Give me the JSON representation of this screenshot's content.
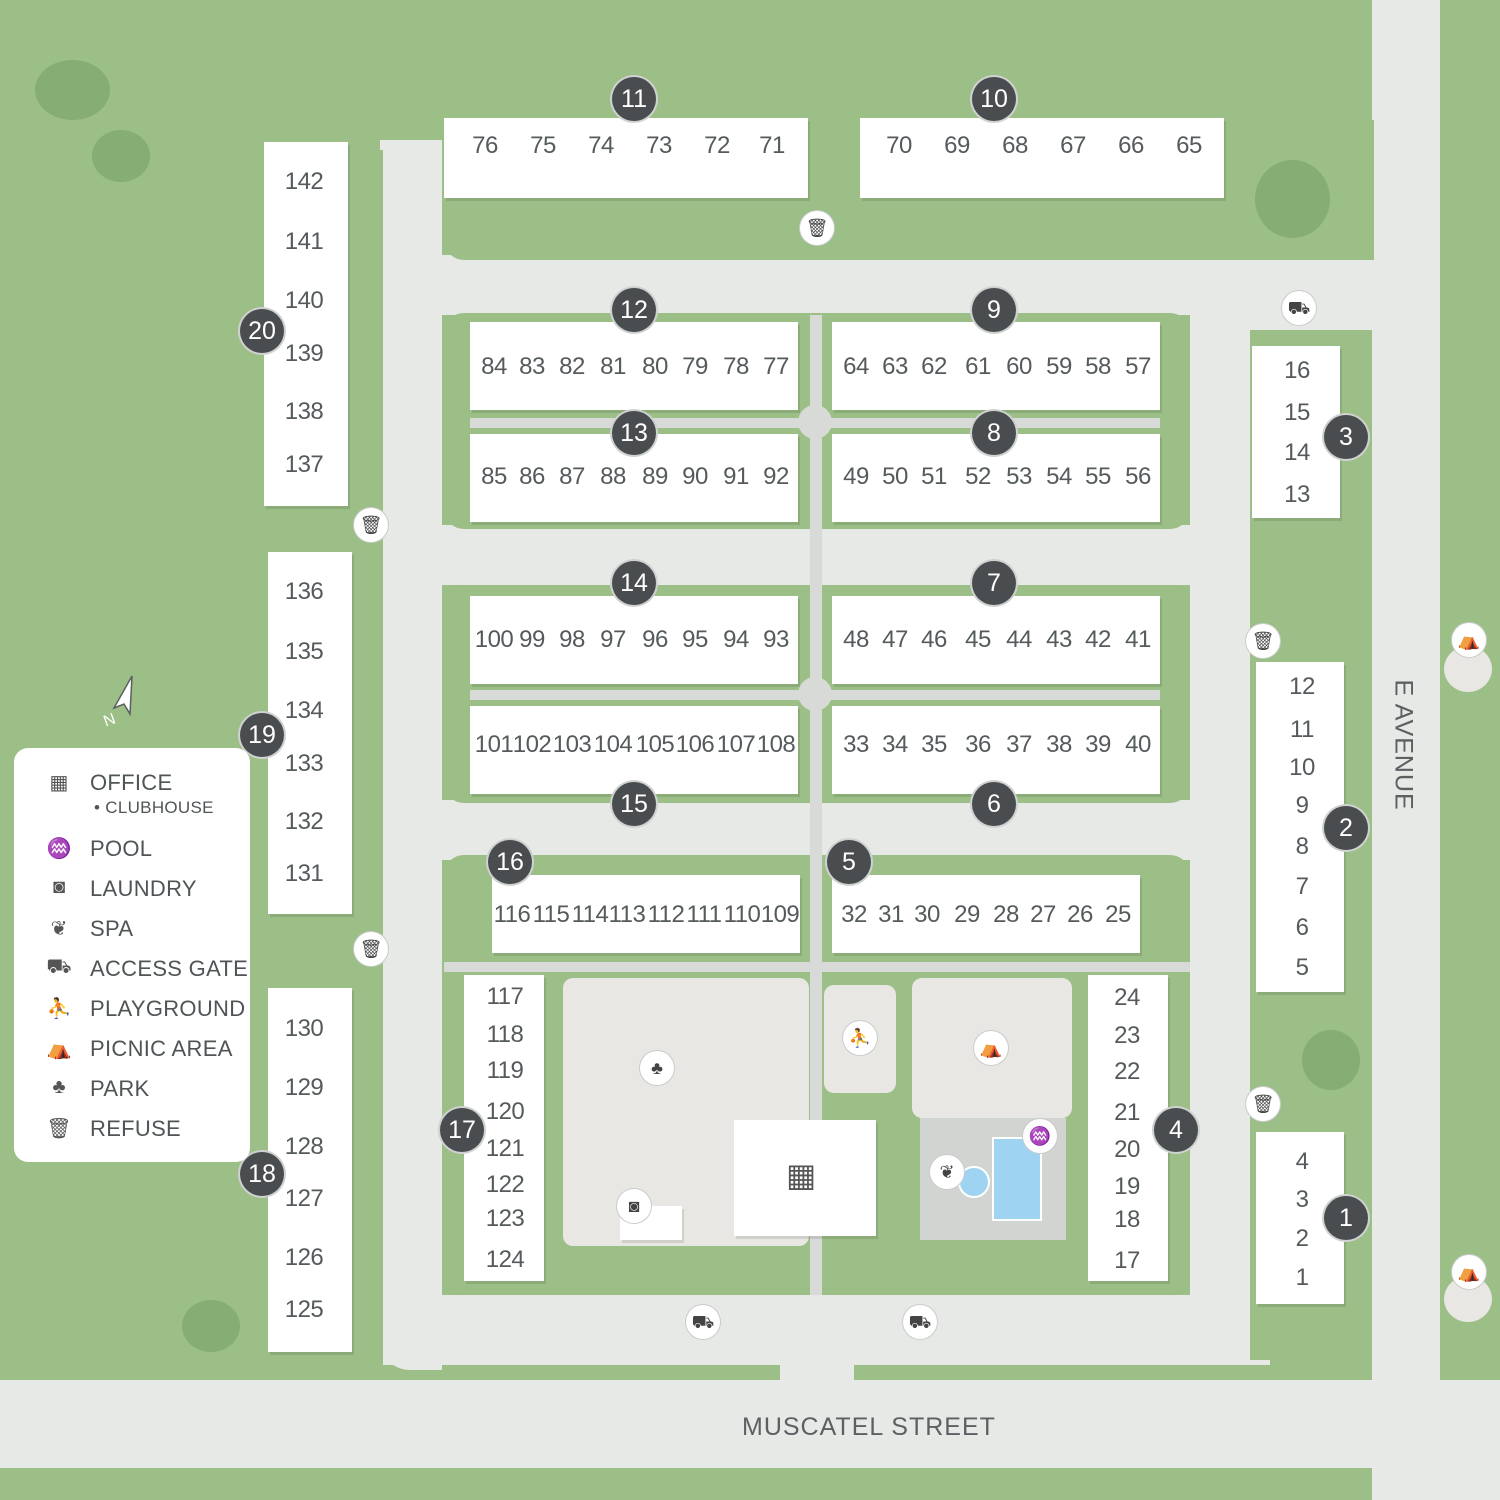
{
  "streets": {
    "south": "MUSCATEL STREET",
    "east": "E AVENUE"
  },
  "north_arrow": "N",
  "legend": [
    {
      "icon": "office-icon",
      "glyph": "▦",
      "label": "OFFICE"
    },
    {
      "icon": "",
      "glyph": "",
      "label": "• CLUBHOUSE"
    },
    {
      "icon": "pool-icon",
      "glyph": "♒",
      "label": "POOL"
    },
    {
      "icon": "laundry-icon",
      "glyph": "◙",
      "label": "LAUNDRY"
    },
    {
      "icon": "spa-icon",
      "glyph": "❦",
      "label": "SPA"
    },
    {
      "icon": "access-gate-icon",
      "glyph": "⛟",
      "label": "ACCESS GATE"
    },
    {
      "icon": "playground-icon",
      "glyph": "⛹",
      "label": "PLAYGROUND"
    },
    {
      "icon": "picnic-area-icon",
      "glyph": "⛺",
      "label": "PICNIC AREA"
    },
    {
      "icon": "park-icon",
      "glyph": "♣",
      "label": "PARK"
    },
    {
      "icon": "refuse-icon",
      "glyph": "🗑",
      "label": "REFUSE"
    }
  ],
  "buildings": {
    "b1": "1",
    "b2": "2",
    "b3": "3",
    "b4": "4",
    "b5": "5",
    "b6": "6",
    "b7": "7",
    "b8": "8",
    "b9": "9",
    "b10": "10",
    "b11": "11",
    "b12": "12",
    "b13": "13",
    "b14": "14",
    "b15": "15",
    "b16": "16",
    "b17": "17",
    "b18": "18",
    "b19": "19",
    "b20": "20"
  },
  "units": {
    "bldg11": [
      "76",
      "75",
      "74",
      "73",
      "72",
      "71"
    ],
    "bldg10": [
      "70",
      "69",
      "68",
      "67",
      "66",
      "65"
    ],
    "bldg12": [
      "84",
      "83",
      "82",
      "81",
      "80",
      "79",
      "78",
      "77"
    ],
    "bldg9": [
      "64",
      "63",
      "62",
      "61",
      "60",
      "59",
      "58",
      "57"
    ],
    "bldg13": [
      "85",
      "86",
      "87",
      "88",
      "89",
      "90",
      "91",
      "92"
    ],
    "bldg8": [
      "49",
      "50",
      "51",
      "52",
      "53",
      "54",
      "55",
      "56"
    ],
    "bldg14": [
      "100",
      "99",
      "98",
      "97",
      "96",
      "95",
      "94",
      "93"
    ],
    "bldg7": [
      "48",
      "47",
      "46",
      "45",
      "44",
      "43",
      "42",
      "41"
    ],
    "bldg15": [
      "101",
      "102",
      "103",
      "104",
      "105",
      "106",
      "107",
      "108"
    ],
    "bldg6": [
      "33",
      "34",
      "35",
      "36",
      "37",
      "38",
      "39",
      "40"
    ],
    "bldg16": [
      "116",
      "115",
      "114",
      "113",
      "112",
      "111",
      "110",
      "109"
    ],
    "bldg5": [
      "32",
      "31",
      "30",
      "29",
      "28",
      "27",
      "26",
      "25"
    ],
    "bldg17": [
      "117",
      "118",
      "119",
      "120",
      "121",
      "122",
      "123",
      "124"
    ],
    "bldg4": [
      "24",
      "23",
      "22",
      "21",
      "20",
      "19",
      "18",
      "17"
    ],
    "bldg3": [
      "16",
      "15",
      "14",
      "13"
    ],
    "bldg2": [
      "12",
      "11",
      "10",
      "9",
      "8",
      "7",
      "6",
      "5"
    ],
    "bldg1": [
      "4",
      "3",
      "2",
      "1"
    ],
    "bldg20": [
      "142",
      "141",
      "140",
      "139",
      "138",
      "137"
    ],
    "bldg19": [
      "136",
      "135",
      "134",
      "133",
      "132",
      "131"
    ],
    "bldg18": [
      "130",
      "129",
      "128",
      "127",
      "126",
      "125"
    ]
  }
}
